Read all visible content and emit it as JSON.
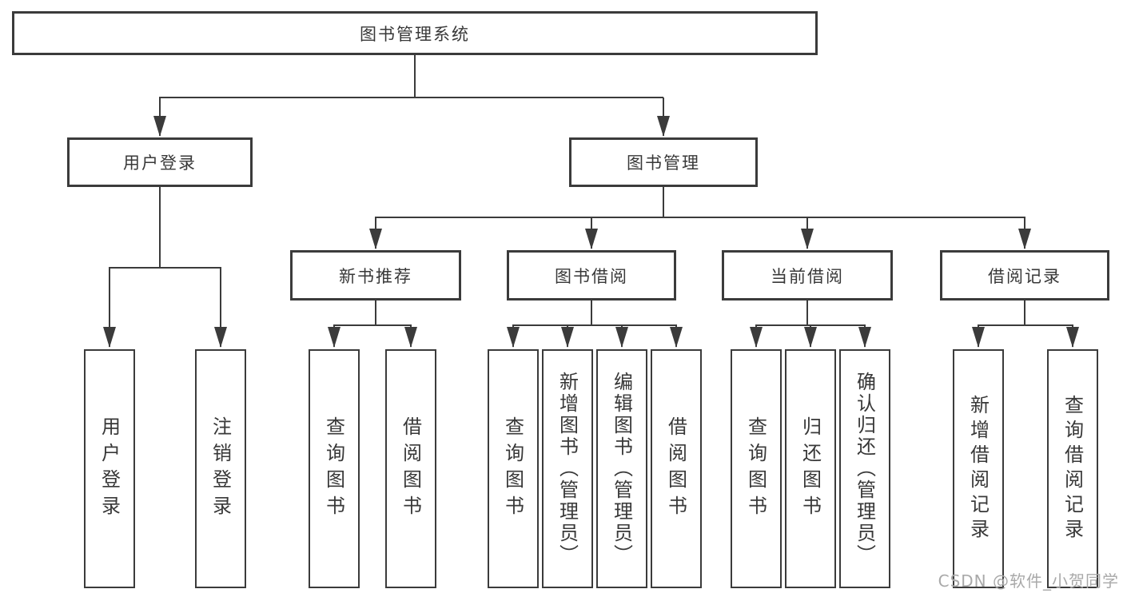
{
  "diagram": {
    "root": {
      "label": "图书管理系统"
    },
    "level2": [
      {
        "label": "用户登录"
      },
      {
        "label": "图书管理"
      }
    ],
    "level3": [
      {
        "label": "新书推荐"
      },
      {
        "label": "图书借阅"
      },
      {
        "label": "当前借阅"
      },
      {
        "label": "借阅记录"
      }
    ],
    "leaves": [
      {
        "label": "用户登录"
      },
      {
        "label": "注销登录"
      },
      {
        "label": "查询图书"
      },
      {
        "label": "借阅图书"
      },
      {
        "label": "查询图书"
      },
      {
        "label": "新增图书（管理员）"
      },
      {
        "label": "编辑图书（管理员）"
      },
      {
        "label": "借阅图书"
      },
      {
        "label": "查询图书"
      },
      {
        "label": "归还图书"
      },
      {
        "label": "确认归还（管理员）"
      },
      {
        "label": "新增借阅记录"
      },
      {
        "label": "查询借阅记录"
      }
    ],
    "watermark": "CSDN @软件_小贺同学",
    "colors": {
      "line": "#3b3b3b",
      "text": "#383838",
      "watermark": "#a9a9a9",
      "background": "#ffffff"
    }
  }
}
